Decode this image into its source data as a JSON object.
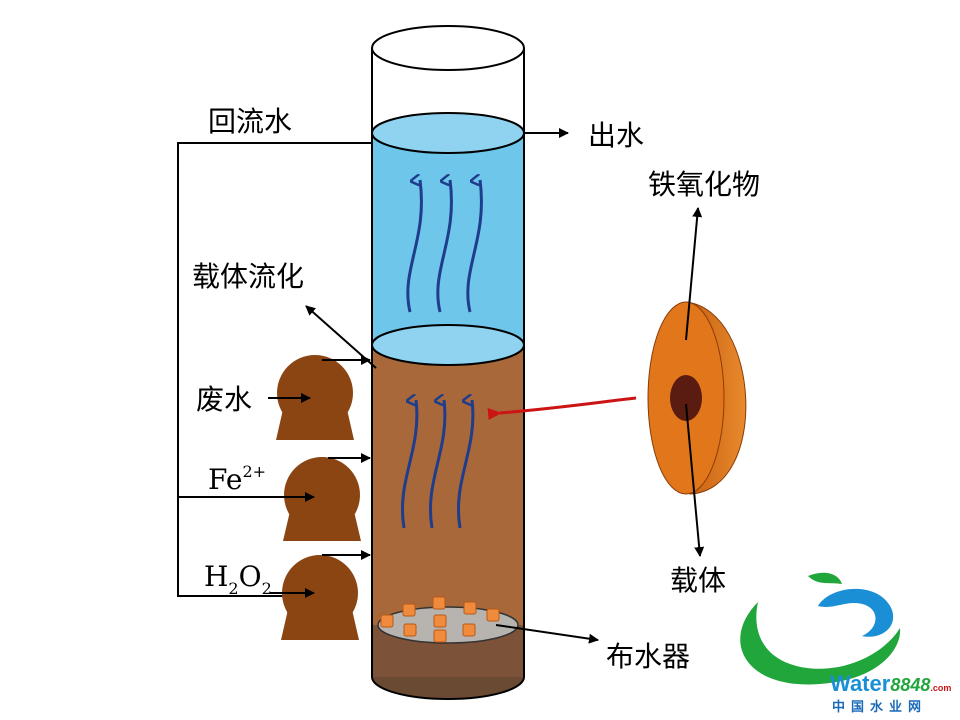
{
  "labels": {
    "return_water": "回流水",
    "outflow": "出水",
    "iron_oxide": "铁氧化物",
    "carrier_fluidization": "载体流化",
    "wastewater": "废水",
    "fe_base": "Fe",
    "fe_sup": "2+",
    "h_base": "H",
    "h_sub": "2",
    "o_base": "O",
    "o_sub": "2",
    "carrier": "载体",
    "distributor": "布水器"
  },
  "logo": {
    "word_water": "Water",
    "word_num": "8848",
    "word_com": ".com",
    "cn": "中国水业网"
  },
  "colors": {
    "water": "#6ec6ea",
    "water_top": "#8fd3f1",
    "sludge": "#a8683a",
    "pump": "#8b4513",
    "flow_arrow": "#1f3d8c",
    "iron_shell": "#e2761b",
    "iron_core": "#5a1c10",
    "red_arrow": "#cc1414",
    "logo_green": "#21a63c",
    "logo_blue": "#1a8fd6"
  }
}
